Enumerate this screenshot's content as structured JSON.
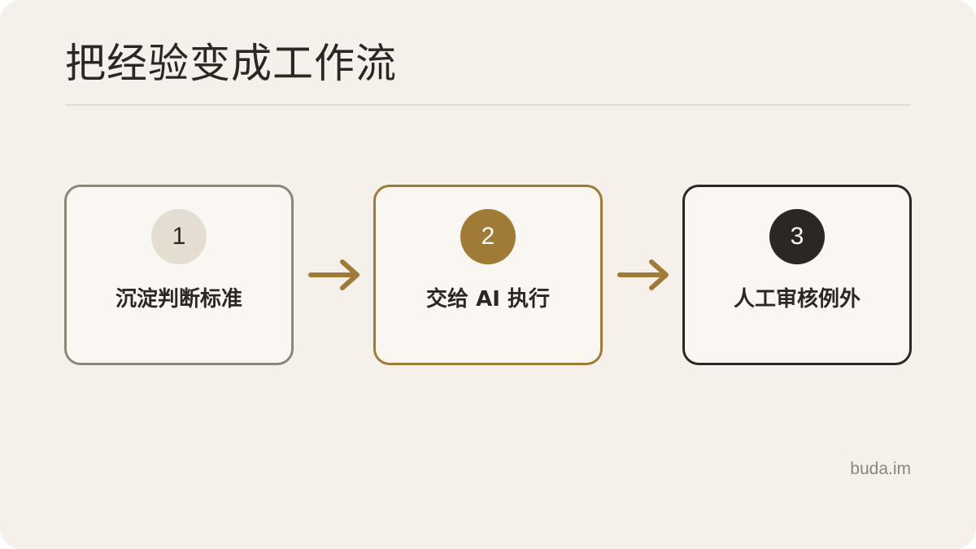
{
  "title": "把经验变成工作流",
  "steps": [
    {
      "number": "1",
      "label": "沉淀判断标准"
    },
    {
      "number": "2",
      "label": "交给 AI 执行"
    },
    {
      "number": "3",
      "label": "人工审核例外"
    }
  ],
  "footer": "buda.im",
  "colors": {
    "background": "#f5f0e9",
    "card": "#faf7f2",
    "gray": "#8b8679",
    "gold": "#a07b37",
    "dark": "#2b2824",
    "light_badge": "#e4ddd1"
  }
}
